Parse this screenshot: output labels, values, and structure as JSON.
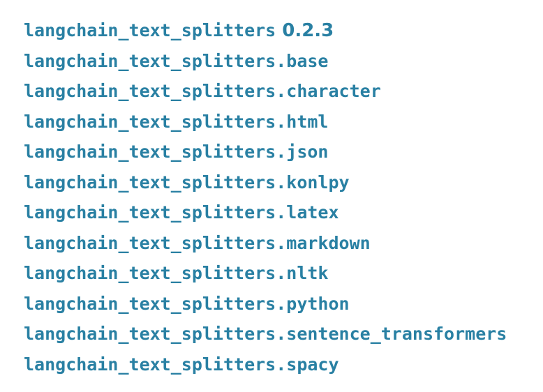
{
  "page": {
    "background_color": "#ffffff",
    "link_color": "#2980a3"
  },
  "module_index": {
    "entries": [
      {
        "name": "langchain_text_splitters",
        "version": "0.2.3"
      },
      {
        "name": "langchain_text_splitters.base",
        "version": ""
      },
      {
        "name": "langchain_text_splitters.character",
        "version": ""
      },
      {
        "name": "langchain_text_splitters.html",
        "version": ""
      },
      {
        "name": "langchain_text_splitters.json",
        "version": ""
      },
      {
        "name": "langchain_text_splitters.konlpy",
        "version": ""
      },
      {
        "name": "langchain_text_splitters.latex",
        "version": ""
      },
      {
        "name": "langchain_text_splitters.markdown",
        "version": ""
      },
      {
        "name": "langchain_text_splitters.nltk",
        "version": ""
      },
      {
        "name": "langchain_text_splitters.python",
        "version": ""
      },
      {
        "name": "langchain_text_splitters.sentence_transformers",
        "version": ""
      },
      {
        "name": "langchain_text_splitters.spacy",
        "version": ""
      }
    ]
  }
}
